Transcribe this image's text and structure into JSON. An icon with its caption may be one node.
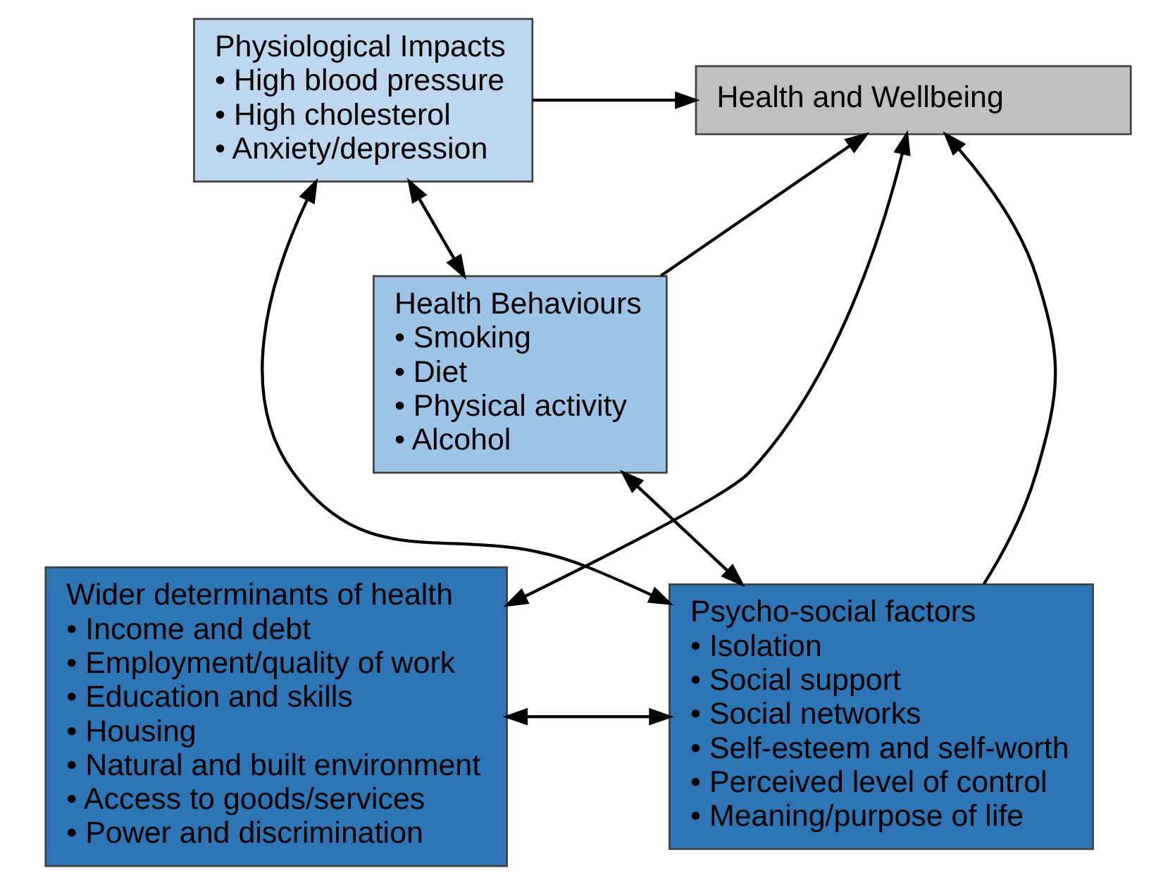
{
  "diagram": {
    "nodes": [
      {
        "text": [
          "Health and Wellbeing"
        ]
      },
      {
        "text": [
          "Physiological Impacts",
          "• High blood pressure",
          "• High cholesterol",
          "• Anxiety/depression"
        ]
      },
      {
        "text": [
          "Health Behaviours",
          "• Smoking",
          "• Diet",
          "• Physical activity",
          "• Alcohol"
        ]
      },
      {
        "text": [
          "Wider determinants of health",
          "• Income and debt",
          "• Employment/quality of work",
          "• Education and skills",
          "• Housing",
          "• Natural and built environment",
          "• Access to goods/services",
          "• Power and discrimination"
        ]
      },
      {
        "text": [
          "Psycho-social factors",
          "• Isolation",
          "• Social support",
          "• Social networks",
          "• Self-esteem and self-worth",
          "• Perceived level of control",
          "• Meaning/purpose of life"
        ]
      }
    ],
    "edges": [
      {
        "from": 1,
        "to": 0,
        "arrow": "to"
      },
      {
        "from": 2,
        "to": 0,
        "arrow": "to"
      },
      {
        "from": 4,
        "to": 0,
        "arrow": "to"
      },
      {
        "from": 0,
        "to": 3,
        "arrow": "both"
      },
      {
        "from": 1,
        "to": 2,
        "arrow": "both"
      },
      {
        "from": 2,
        "to": 4,
        "arrow": "both"
      },
      {
        "from": 1,
        "to": 4,
        "arrow": "both"
      },
      {
        "from": 3,
        "to": 4,
        "arrow": "both"
      }
    ]
  }
}
